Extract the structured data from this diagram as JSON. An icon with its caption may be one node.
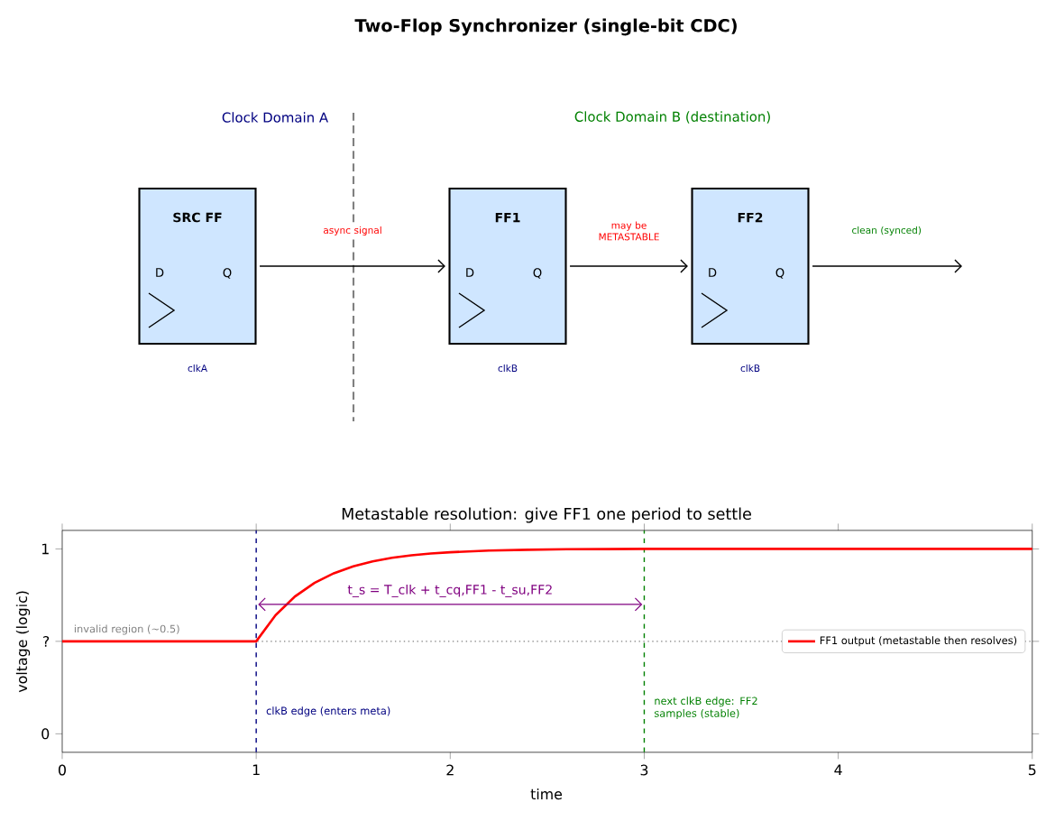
{
  "diagram": {
    "title": "Two-Flop Synchronizer (single-bit CDC)",
    "nodes": [
      {
        "text": [
          "SRC FF",
          "D",
          "Q"
        ],
        "beside": [
          "clkA"
        ]
      },
      {
        "text": [
          "FF1",
          "D",
          "Q"
        ],
        "beside": [
          "clkB"
        ]
      },
      {
        "text": [
          "FF2",
          "D",
          "Q"
        ],
        "beside": [
          "clkB"
        ]
      }
    ],
    "edges": [
      {
        "from": 0,
        "to": 1,
        "arrow": "to",
        "label": "async signal"
      },
      {
        "from": 1,
        "to": 2,
        "arrow": "to",
        "label": "may be METASTABLE"
      },
      {
        "from": 2,
        "to": null,
        "arrow": "to",
        "label": "clean (synced)"
      }
    ],
    "labels": [
      "Clock Domain A",
      "Clock Domain B (destination)"
    ],
    "chart_data": {
      "type": "line",
      "title": "Metastable resolution: give FF1 one period to settle",
      "xlabel": "time",
      "ylabel": "voltage (logic)",
      "x": [
        0,
        0.5,
        0.9,
        1.0,
        1.1,
        1.2,
        1.3,
        1.4,
        1.5,
        1.6,
        1.7,
        1.8,
        1.9,
        2.0,
        2.2,
        2.4,
        2.6,
        2.8,
        3.0,
        3.5,
        4.0,
        4.5,
        5.0
      ],
      "series": [
        {
          "name": "FF1 output (metastable then resolves)",
          "color": "#ff0000",
          "values": [
            0.5,
            0.5,
            0.5,
            0.5,
            0.642,
            0.743,
            0.816,
            0.868,
            0.906,
            0.932,
            0.952,
            0.965,
            0.975,
            0.982,
            0.991,
            0.995,
            0.998,
            0.999,
            1.0,
            1.0,
            1.0,
            1.0,
            1.0
          ]
        }
      ],
      "xlim": [
        0,
        5
      ],
      "ylim": [
        -0.1,
        1.1
      ],
      "xticks": [
        0,
        1,
        2,
        3,
        4,
        5
      ],
      "yticks": [
        {
          "value": 0,
          "label": "0"
        },
        {
          "value": 0.5,
          "label": "?"
        },
        {
          "value": 1,
          "label": "1"
        }
      ],
      "ref_lines": [
        {
          "axis": "y",
          "value": 0.5,
          "label": "invalid region (~0.5)"
        },
        {
          "axis": "x",
          "value": 1,
          "label": "clkB edge (enters meta)"
        },
        {
          "axis": "x",
          "value": 3,
          "label": "next clkB edge: FF2 samples (stable)"
        }
      ],
      "annotations": [
        "t_s = T_clk + t_cq,FF1 - t_su,FF2"
      ]
    }
  }
}
